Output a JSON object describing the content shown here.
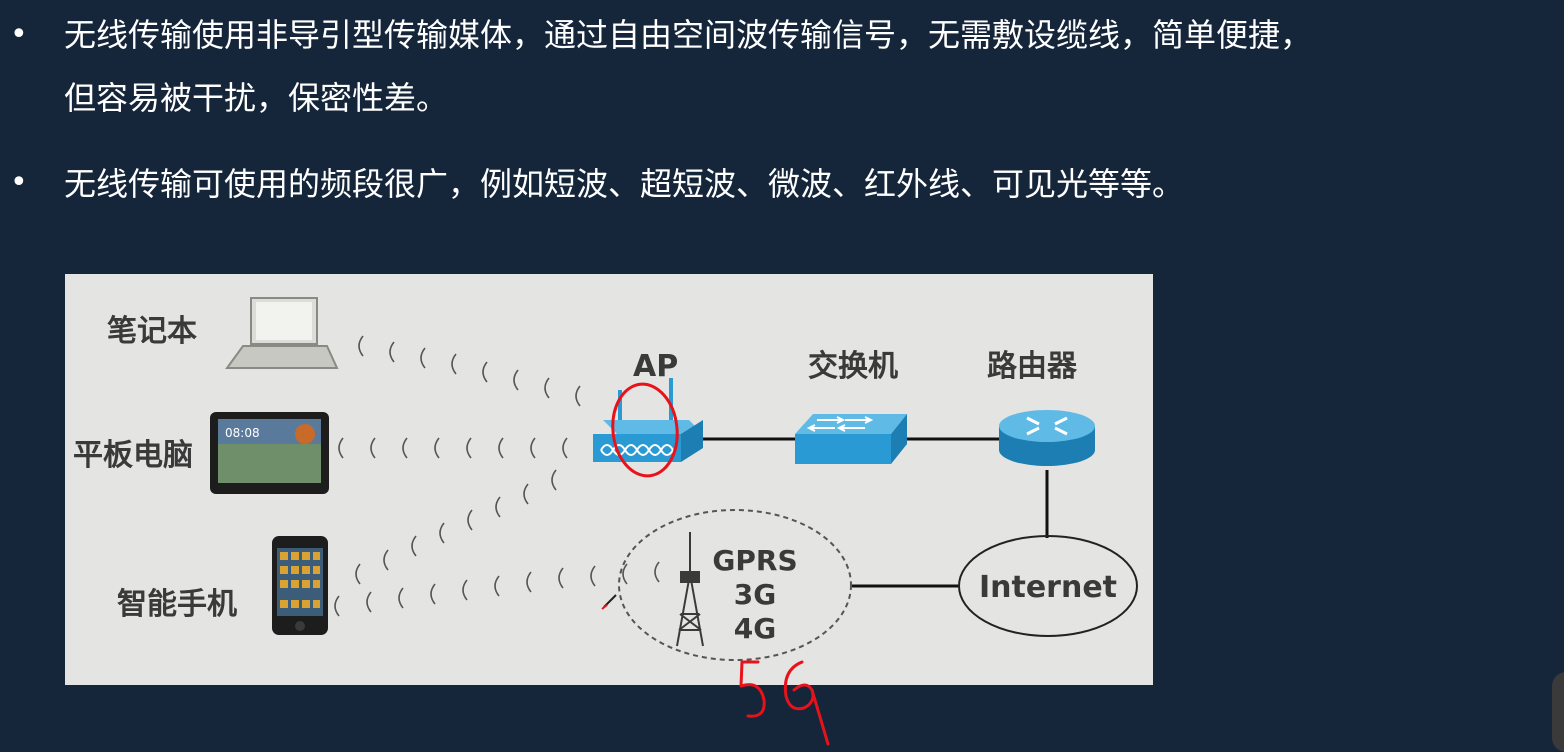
{
  "slide": {
    "bullets": [
      {
        "symbol": "•",
        "lines": [
          "无线传输使用非导引型传输媒体，通过自由空间波传输信号，无需敷设缆线，简单便捷，",
          "但容易被干扰，保密性差。"
        ]
      },
      {
        "symbol": "•",
        "lines": [
          "无线传输可使用的频段很广，例如短波、超短波、微波、红外线、可见光等等。"
        ]
      }
    ]
  },
  "diagram": {
    "devices": {
      "laptop": "笔记本",
      "tablet": "平板电脑",
      "tablet_screen_time": "08:08",
      "smartphone": "智能手机"
    },
    "network": {
      "ap": "AP",
      "switch": "交换机",
      "router": "路由器",
      "internet": "Internet",
      "cell_tower": [
        "GPRS",
        "3G",
        "4G"
      ]
    },
    "handwritten_annotation": "5G",
    "colors": {
      "background": "#15253a",
      "panel": "#e4e4e2",
      "device_blue": "#2a9ad4",
      "annotation_red": "#e8121a"
    }
  }
}
